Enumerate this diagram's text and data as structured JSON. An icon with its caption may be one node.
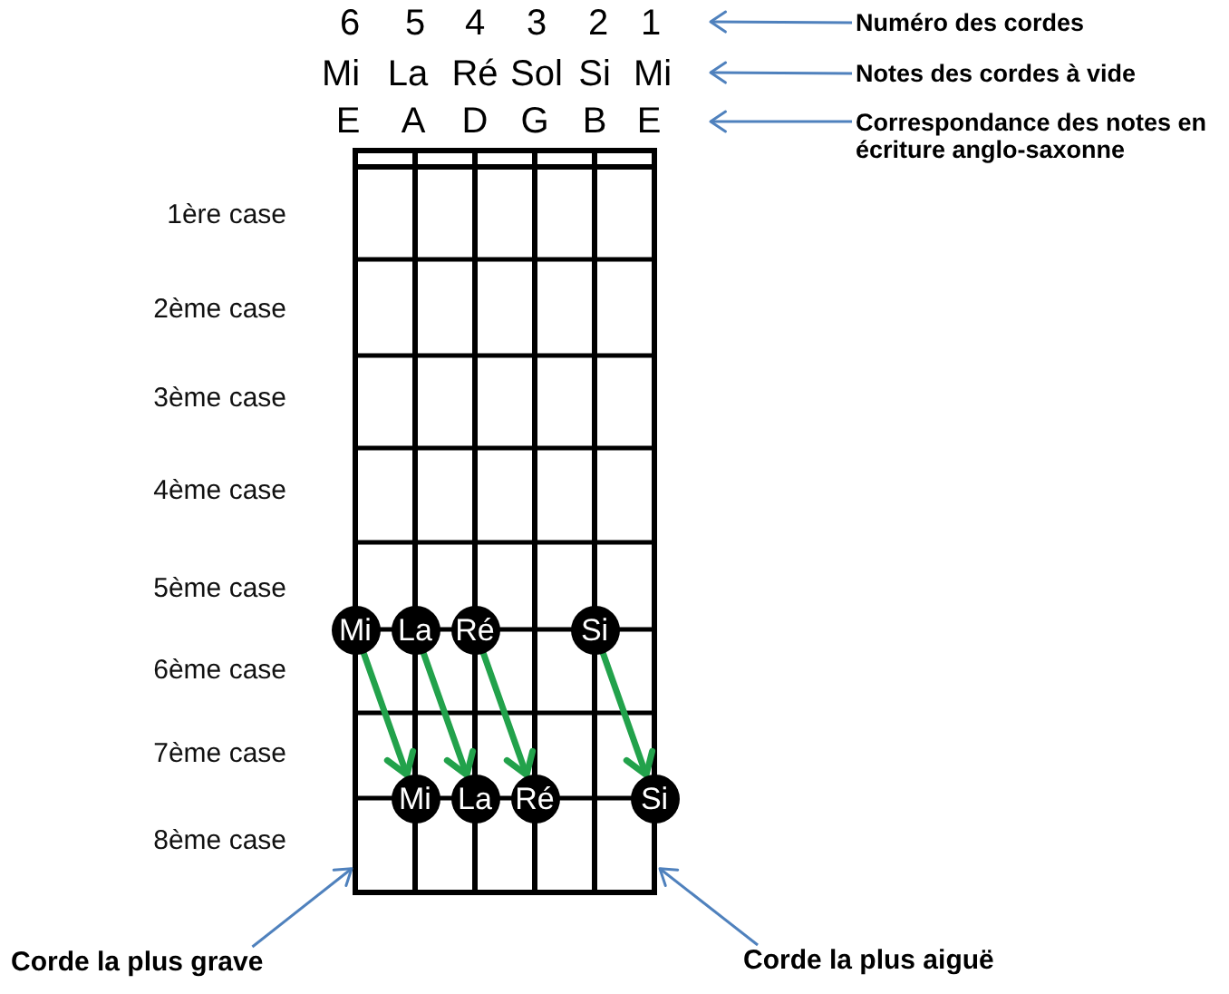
{
  "diagram": {
    "nodes": [
      {
        "text": [
          "Numéro des cordes"
        ]
      },
      {
        "text": [
          "Notes des cordes à vide"
        ]
      },
      {
        "text": [
          "Correspondance des notes en écriture anglo-saxonne"
        ]
      },
      {
        "text": [],
        "shape": "grid"
      },
      {
        "text": [
          "Mi"
        ]
      },
      {
        "text": [
          "La"
        ],
        "in": 3
      },
      {
        "text": [
          "Ré"
        ],
        "in": 3
      },
      {
        "text": [
          "Si"
        ],
        "in": 3
      },
      {
        "text": [
          "Mi"
        ],
        "in": 3
      },
      {
        "text": [
          "La"
        ],
        "in": 3
      },
      {
        "text": [
          "Ré"
        ],
        "in": 3
      },
      {
        "text": [
          "Si"
        ]
      },
      {
        "text": [
          "Corde la plus grave"
        ]
      },
      {
        "text": [
          "Corde la plus aiguë"
        ]
      }
    ],
    "edges": [
      {
        "from": 0,
        "to": null,
        "arrow": "to"
      },
      {
        "from": 1,
        "to": null,
        "arrow": "to"
      },
      {
        "from": 2,
        "to": null,
        "arrow": "to"
      },
      {
        "from": 4,
        "to": 8,
        "arrow": "to",
        "style": "thick",
        "color": "#22a24b"
      },
      {
        "from": 5,
        "to": 9,
        "arrow": "to",
        "style": "thick",
        "color": "#22a24b"
      },
      {
        "from": 6,
        "to": 10,
        "arrow": "to",
        "style": "thick",
        "color": "#22a24b"
      },
      {
        "from": 7,
        "to": 11,
        "arrow": "to",
        "style": "thick",
        "color": "#22a24b"
      },
      {
        "from": 12,
        "to": 3,
        "arrow": "to"
      },
      {
        "from": 13,
        "to": 3,
        "arrow": "to"
      }
    ],
    "labels": [
      "6",
      "5",
      "4",
      "3",
      "2",
      "1",
      "Mi",
      "La",
      "Ré",
      "Sol",
      "Si",
      "Mi",
      "E",
      "A",
      "D",
      "G",
      "B",
      "E",
      "1ère case",
      "2ème case",
      "3ème case",
      "4ème case",
      "5ème case",
      "6ème case",
      "7ème case",
      "8ème case"
    ]
  }
}
